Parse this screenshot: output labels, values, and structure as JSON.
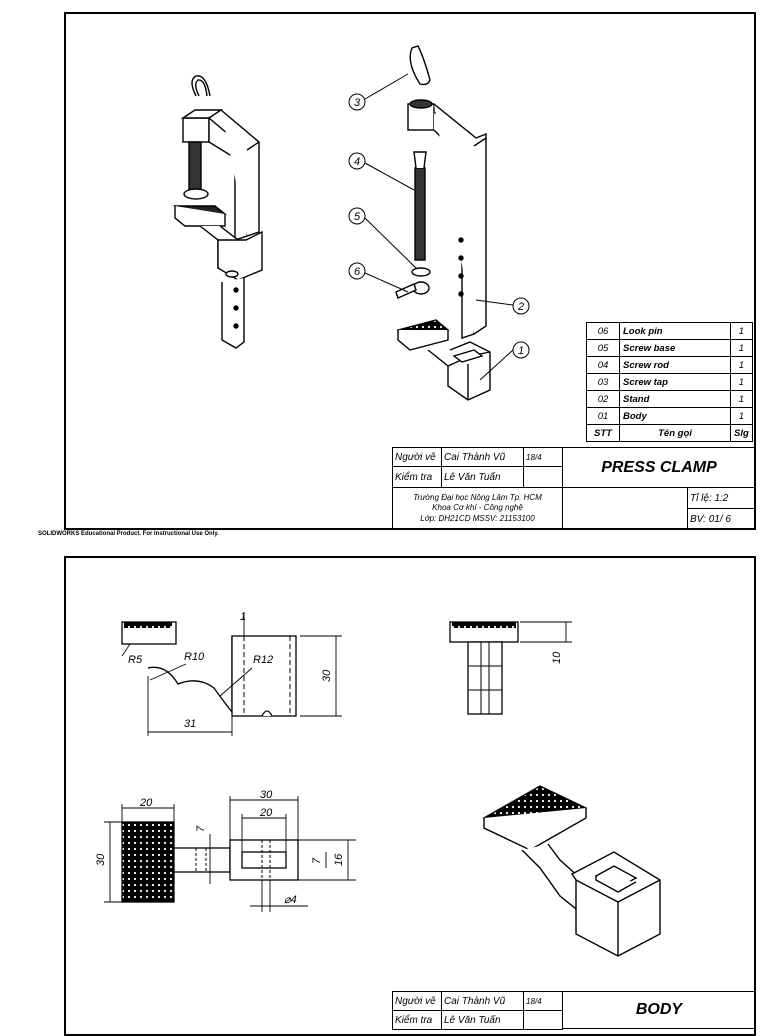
{
  "edu_notice": "SOLIDWORKS Educational Product. For Instructional Use Only.",
  "assembly_sheet": {
    "balloons": [
      "1",
      "2",
      "3",
      "4",
      "5",
      "6"
    ],
    "bom": {
      "rows": [
        {
          "stt": "06",
          "name": "Look pin",
          "qty": "1"
        },
        {
          "stt": "05",
          "name": "Screw base",
          "qty": "1"
        },
        {
          "stt": "04",
          "name": "Screw rod",
          "qty": "1"
        },
        {
          "stt": "03",
          "name": "Screw tap",
          "qty": "1"
        },
        {
          "stt": "02",
          "name": "Stand",
          "qty": "1"
        },
        {
          "stt": "01",
          "name": "Body",
          "qty": "1"
        }
      ],
      "header": {
        "stt": "STT",
        "name": "Tên gọi",
        "qty": "Slg"
      }
    },
    "title_block": {
      "drawn_label": "Người vẽ",
      "drawn_name": "Cai Thành Vũ",
      "date": "18/4",
      "checked_label": "Kiểm tra",
      "checked_name": "Lê Văn Tuấn",
      "school": "Trường Đại học Nông Lâm Tp. HCM",
      "faculty": "Khoa Cơ khí - Công nghệ",
      "class_info": "Lớp:   DH21CD    MSSV: 21153100",
      "title": "PRESS CLAMP",
      "scale": "Tỉ lệ:   1:2",
      "sheet_no": "BV: 01/ 6"
    }
  },
  "part_sheet": {
    "dims": {
      "r5": "R5",
      "r10": "R10",
      "r12": "R12",
      "d31": "31",
      "d1": "1",
      "d30_side": "30",
      "d10": "10",
      "d20_top": "20",
      "d30_top": "30",
      "d20_inner": "20",
      "d7_left": "7",
      "d30_left": "30",
      "d7_right": "7",
      "d16": "16",
      "d4": "⌀4"
    },
    "title_block": {
      "drawn_label": "Người vẽ",
      "drawn_name": "Cai Thành Vũ",
      "date": "18/4",
      "checked_label": "Kiểm tra",
      "checked_name": "Lê Văn Tuấn",
      "title": "BODY"
    }
  }
}
